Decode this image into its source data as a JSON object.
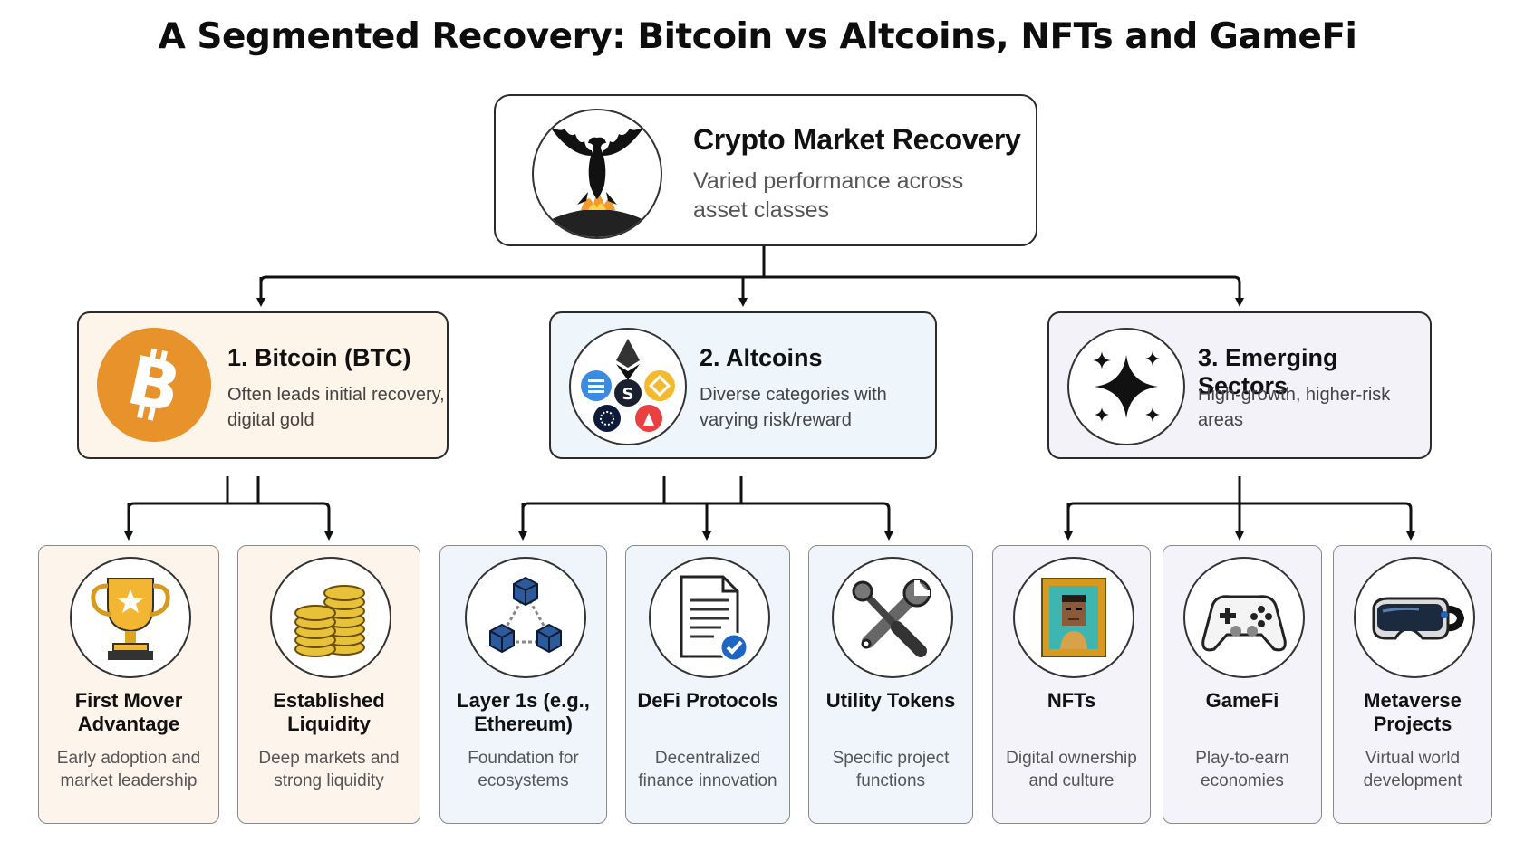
{
  "title": "A Segmented Recovery: Bitcoin vs Altcoins, NFTs and GameFi",
  "root": {
    "heading": "Crypto Market Recovery",
    "subtitle": "Varied performance across asset classes",
    "icon": "phoenix-icon"
  },
  "categories": [
    {
      "heading": "1. Bitcoin (BTC)",
      "subtitle": "Often leads initial recovery, digital gold",
      "icon": "bitcoin-icon",
      "color": "#e8922c"
    },
    {
      "heading": "2. Altcoins",
      "subtitle": "Diverse categories with varying risk/reward",
      "icon": "altcoin-cluster-icon"
    },
    {
      "heading": "3. Emerging Sectors",
      "subtitle": "High-growth, higher-risk areas",
      "icon": "sparkle-icon"
    }
  ],
  "items": [
    {
      "heading": "First Mover Advantage",
      "subtitle": "Early adoption and market leadership",
      "icon": "trophy-icon"
    },
    {
      "heading": "Established Liquidity",
      "subtitle": "Deep markets and strong liquidity",
      "icon": "coin-stacks-icon"
    },
    {
      "heading": "Layer 1s (e.g., Ethereum)",
      "subtitle": "Foundation for ecosystems",
      "icon": "blockchain-cubes-icon"
    },
    {
      "heading": "DeFi Protocols",
      "subtitle": "Decentralized finance innovation",
      "icon": "document-check-icon"
    },
    {
      "heading": "Utility Tokens",
      "subtitle": "Specific project functions",
      "icon": "wrench-screwdriver-icon"
    },
    {
      "heading": "NFTs",
      "subtitle": "Digital ownership and culture",
      "icon": "framed-portrait-icon"
    },
    {
      "heading": "GameFi",
      "subtitle": "Play-to-earn economies",
      "icon": "gamepad-icon"
    },
    {
      "heading": "Metaverse Projects",
      "subtitle": "Virtual world development",
      "icon": "vr-headset-icon"
    }
  ]
}
